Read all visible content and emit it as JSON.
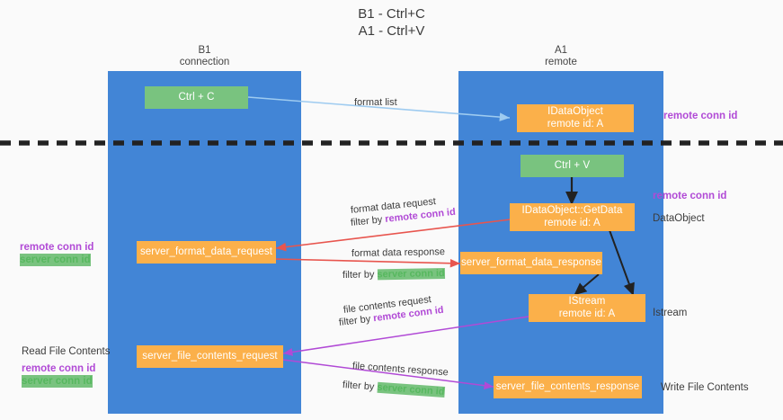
{
  "title": {
    "line1": "B1 - Ctrl+C",
    "line2": "A1 - Ctrl+V"
  },
  "columns": [
    {
      "name": "B1",
      "role": "connection"
    },
    {
      "name": "A1",
      "role": "remote"
    }
  ],
  "colors": {
    "lane": "#4285d6",
    "green_box": "#79c37f",
    "orange_box": "#fbb04a",
    "remote_conn_id": "#b14ad6",
    "server_conn_id": "#57b85f",
    "red_arrow": "#e8554e",
    "purple_arrow": "#b14ad6",
    "blue_arrow": "#9ecbf0",
    "black_arrow": "#222222",
    "background": "#fafafa"
  },
  "boxes": {
    "ctrl_c": {
      "line1": "Ctrl + C"
    },
    "ctrl_v": {
      "line1": "Ctrl + V"
    },
    "idataobject": {
      "line1": "IDataObject",
      "line2": "remote id: A"
    },
    "getdata": {
      "line1": "IDataObject::GetData",
      "line2": "remote id: A"
    },
    "format_data_request": {
      "line1": "server_format_data_request"
    },
    "format_data_response": {
      "line1": "server_format_data_response"
    },
    "istream": {
      "line1": "IStream",
      "line2": "remote id: A"
    },
    "file_contents_request": {
      "line1": "server_file_contents_request"
    },
    "file_contents_response": {
      "line1": "server_file_contents_response"
    }
  },
  "right_labels": {
    "remote_conn_id_top": "remote conn id",
    "remote_conn_id_mid": "remote conn id",
    "dataobject": "DataObject",
    "istream": "Istream",
    "write_file_contents": "Write File Contents"
  },
  "left_labels": {
    "remote_conn_id_1": "remote conn id",
    "server_conn_id_1": "server conn id",
    "read_file_contents": "Read File Contents",
    "remote_conn_id_2": "remote conn id",
    "server_conn_id_2": "server conn id"
  },
  "edges": {
    "format_list": "format list",
    "format_data_request": "format data request",
    "format_data_request_filter_prefix": "filter by ",
    "format_data_request_filter_key": "remote conn id",
    "format_data_response": "format data response",
    "format_data_response_filter_prefix": "filter by ",
    "format_data_response_filter_key": "server conn id",
    "file_contents_request": "file contents request",
    "file_contents_request_filter_prefix": "filter by ",
    "file_contents_request_filter_key": "remote conn id",
    "file_contents_response": "file contents response",
    "file_contents_response_filter_prefix": "filter by ",
    "file_contents_response_filter_key": "server conn id"
  }
}
